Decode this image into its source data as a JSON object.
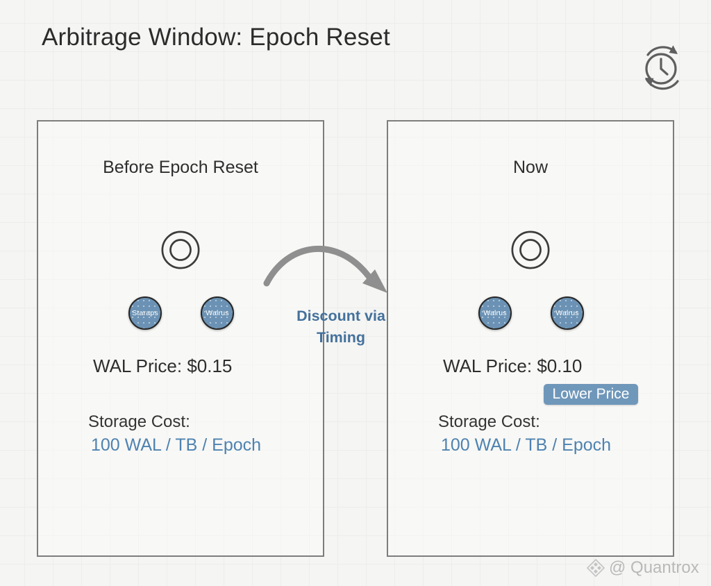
{
  "title": "Arbitrage Window: Epoch Reset",
  "header": {
    "icon": "clock-history-icon"
  },
  "panels": {
    "before": {
      "heading": "Before Epoch Reset",
      "tokens": [
        "Staraps",
        "Walrus"
      ],
      "wal_price": "WAL Price: $0.15",
      "storage_cost_label": "Storage Cost:",
      "storage_cost_value": "100 WAL / TB / Epoch"
    },
    "now": {
      "heading": "Now",
      "tokens": [
        "Walrus",
        "Walrus"
      ],
      "wal_price": "WAL Price: $0.10",
      "lower_price_badge": "Lower Price",
      "storage_cost_label": "Storage Cost:",
      "storage_cost_value": "100 WAL / TB / Epoch"
    }
  },
  "arrow": {
    "label_line1": "Discount via",
    "label_line2": "Timing"
  },
  "watermark": {
    "text": "@ Quantrox"
  },
  "colors": {
    "background": "#f5f5f3",
    "grid_line": "#ededeb",
    "panel_border": "#7d7d7d",
    "text_dark": "#2e2e2e",
    "token_badge_fill": "#6b92b4",
    "lower_price_fill": "#6f97ba",
    "storage_value_blue": "#4e82b0",
    "discount_label_blue": "#44719c",
    "arrow_gray": "#8f8f8f",
    "watermark_gray": "#b9b9b9"
  }
}
